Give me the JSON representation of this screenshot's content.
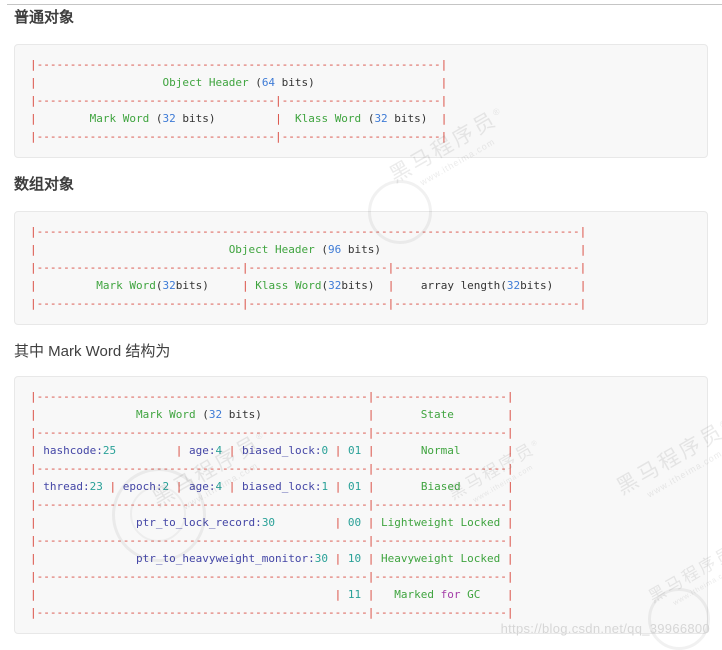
{
  "colors": {
    "red": "#D9493E",
    "green": "#3FA43F",
    "indigo": "#4446A6",
    "teal": "#2AA198",
    "blue": "#3E7BD6",
    "magenta": "#A43DA8",
    "dark": "#333333",
    "heading": "#3D3D3D",
    "code_bg": "#F8F8F8",
    "code_border": "#E8E8E8",
    "watermark_gray": "#D6D6D6"
  },
  "sections": [
    {
      "heading": "普通对象",
      "code": [
        [
          [
            "r",
            "|-------------------------------------------------------------|"
          ]
        ],
        [
          [
            "r",
            "|"
          ],
          [
            "w",
            "                   "
          ],
          [
            "g",
            "Object Header "
          ],
          [
            "d",
            "("
          ],
          [
            "b",
            "64"
          ],
          [
            "d",
            " bits)"
          ],
          [
            "w",
            "                   "
          ],
          [
            "r",
            "|"
          ]
        ],
        [
          [
            "r",
            "|------------------------------------|------------------------|"
          ]
        ],
        [
          [
            "r",
            "|"
          ],
          [
            "w",
            "        "
          ],
          [
            "g",
            "Mark Word "
          ],
          [
            "d",
            "("
          ],
          [
            "b",
            "32"
          ],
          [
            "d",
            " bits)"
          ],
          [
            "w",
            "         "
          ],
          [
            "r",
            "|"
          ],
          [
            "w",
            "  "
          ],
          [
            "g",
            "Klass Word "
          ],
          [
            "d",
            "("
          ],
          [
            "b",
            "32"
          ],
          [
            "d",
            " bits)"
          ],
          [
            "w",
            "  "
          ],
          [
            "r",
            "|"
          ]
        ],
        [
          [
            "r",
            "|------------------------------------|------------------------|"
          ]
        ]
      ]
    },
    {
      "heading": "数组对象",
      "code": [
        [
          [
            "r",
            "|----------------------------------------------------------------------------------|"
          ]
        ],
        [
          [
            "r",
            "|"
          ],
          [
            "w",
            "                             "
          ],
          [
            "g",
            "Object Header "
          ],
          [
            "d",
            "("
          ],
          [
            "b",
            "96"
          ],
          [
            "d",
            " bits)"
          ],
          [
            "w",
            "                              "
          ],
          [
            "r",
            "|"
          ]
        ],
        [
          [
            "r",
            "|-------------------------------|---------------------|----------------------------|"
          ]
        ],
        [
          [
            "r",
            "|"
          ],
          [
            "w",
            "         "
          ],
          [
            "g",
            "Mark Word"
          ],
          [
            "d",
            "("
          ],
          [
            "b",
            "32"
          ],
          [
            "d",
            "bits)"
          ],
          [
            "w",
            "     "
          ],
          [
            "r",
            "|"
          ],
          [
            "w",
            " "
          ],
          [
            "g",
            "Klass Word"
          ],
          [
            "d",
            "("
          ],
          [
            "b",
            "32"
          ],
          [
            "d",
            "bits)"
          ],
          [
            "w",
            "  "
          ],
          [
            "r",
            "|"
          ],
          [
            "w",
            "    "
          ],
          [
            "d",
            "array length("
          ],
          [
            "b",
            "32"
          ],
          [
            "d",
            "bits)"
          ],
          [
            "w",
            "    "
          ],
          [
            "r",
            "|"
          ]
        ],
        [
          [
            "r",
            "|-------------------------------|---------------------|----------------------------|"
          ]
        ]
      ]
    },
    {
      "heading": "其中 Mark Word 结构为",
      "code": [
        [
          [
            "r",
            "|--------------------------------------------------|--------------------|"
          ]
        ],
        [
          [
            "r",
            "|"
          ],
          [
            "w",
            "               "
          ],
          [
            "g",
            "Mark Word "
          ],
          [
            "d",
            "("
          ],
          [
            "b",
            "32"
          ],
          [
            "d",
            " bits)"
          ],
          [
            "w",
            "                "
          ],
          [
            "r",
            "|"
          ],
          [
            "w",
            "       "
          ],
          [
            "g",
            "State"
          ],
          [
            "w",
            "        "
          ],
          [
            "r",
            "|"
          ]
        ],
        [
          [
            "r",
            "|--------------------------------------------------|--------------------|"
          ]
        ],
        [
          [
            "r",
            "|"
          ],
          [
            "w",
            " "
          ],
          [
            "i",
            "hashcode:"
          ],
          [
            "t",
            "25"
          ],
          [
            "w",
            "         "
          ],
          [
            "r",
            "|"
          ],
          [
            "w",
            " "
          ],
          [
            "i",
            "age:"
          ],
          [
            "t",
            "4"
          ],
          [
            "w",
            " "
          ],
          [
            "r",
            "|"
          ],
          [
            "w",
            " "
          ],
          [
            "i",
            "biased_lock:"
          ],
          [
            "t",
            "0"
          ],
          [
            "w",
            " "
          ],
          [
            "r",
            "|"
          ],
          [
            "w",
            " "
          ],
          [
            "t",
            "01"
          ],
          [
            "w",
            " "
          ],
          [
            "r",
            "|"
          ],
          [
            "w",
            "       "
          ],
          [
            "g",
            "Normal"
          ],
          [
            "w",
            "       "
          ],
          [
            "r",
            "|"
          ]
        ],
        [
          [
            "r",
            "|--------------------------------------------------|--------------------|"
          ]
        ],
        [
          [
            "r",
            "|"
          ],
          [
            "w",
            " "
          ],
          [
            "i",
            "thread:"
          ],
          [
            "t",
            "23"
          ],
          [
            "w",
            " "
          ],
          [
            "r",
            "|"
          ],
          [
            "w",
            " "
          ],
          [
            "i",
            "epoch:"
          ],
          [
            "t",
            "2"
          ],
          [
            "w",
            " "
          ],
          [
            "r",
            "|"
          ],
          [
            "w",
            " "
          ],
          [
            "i",
            "age:"
          ],
          [
            "t",
            "4"
          ],
          [
            "w",
            " "
          ],
          [
            "r",
            "|"
          ],
          [
            "w",
            " "
          ],
          [
            "i",
            "biased_lock:"
          ],
          [
            "t",
            "1"
          ],
          [
            "w",
            " "
          ],
          [
            "r",
            "|"
          ],
          [
            "w",
            " "
          ],
          [
            "t",
            "01"
          ],
          [
            "w",
            " "
          ],
          [
            "r",
            "|"
          ],
          [
            "w",
            "       "
          ],
          [
            "g",
            "Biased"
          ],
          [
            "w",
            "       "
          ],
          [
            "r",
            "|"
          ]
        ],
        [
          [
            "r",
            "|--------------------------------------------------|--------------------|"
          ]
        ],
        [
          [
            "r",
            "|"
          ],
          [
            "w",
            "               "
          ],
          [
            "i",
            "ptr_to_lock_record:"
          ],
          [
            "t",
            "30"
          ],
          [
            "w",
            "         "
          ],
          [
            "r",
            "|"
          ],
          [
            "w",
            " "
          ],
          [
            "t",
            "00"
          ],
          [
            "w",
            " "
          ],
          [
            "r",
            "|"
          ],
          [
            "w",
            " "
          ],
          [
            "g",
            "Lightweight Locked"
          ],
          [
            "w",
            " "
          ],
          [
            "r",
            "|"
          ]
        ],
        [
          [
            "r",
            "|--------------------------------------------------|--------------------|"
          ]
        ],
        [
          [
            "r",
            "|"
          ],
          [
            "w",
            "               "
          ],
          [
            "i",
            "ptr_to_heavyweight_monitor:"
          ],
          [
            "t",
            "30"
          ],
          [
            "w",
            " "
          ],
          [
            "r",
            "|"
          ],
          [
            "w",
            " "
          ],
          [
            "t",
            "10"
          ],
          [
            "w",
            " "
          ],
          [
            "r",
            "|"
          ],
          [
            "w",
            " "
          ],
          [
            "g",
            "Heavyweight Locked"
          ],
          [
            "w",
            " "
          ],
          [
            "r",
            "|"
          ]
        ],
        [
          [
            "r",
            "|--------------------------------------------------|--------------------|"
          ]
        ],
        [
          [
            "r",
            "|"
          ],
          [
            "w",
            "                                             "
          ],
          [
            "r",
            "|"
          ],
          [
            "w",
            " "
          ],
          [
            "t",
            "11"
          ],
          [
            "w",
            " "
          ],
          [
            "r",
            "|"
          ],
          [
            "w",
            "   "
          ],
          [
            "g",
            "Marked "
          ],
          [
            "m",
            "for"
          ],
          [
            "g",
            " GC"
          ],
          [
            "w",
            "    "
          ],
          [
            "r",
            "|"
          ]
        ],
        [
          [
            "r",
            "|--------------------------------------------------|--------------------|"
          ]
        ]
      ]
    }
  ],
  "watermarks": {
    "brand": "黑马程序员",
    "reg": "®",
    "site": "www.itheima.com",
    "url": "https://blog.csdn.net/qq_39966800"
  }
}
